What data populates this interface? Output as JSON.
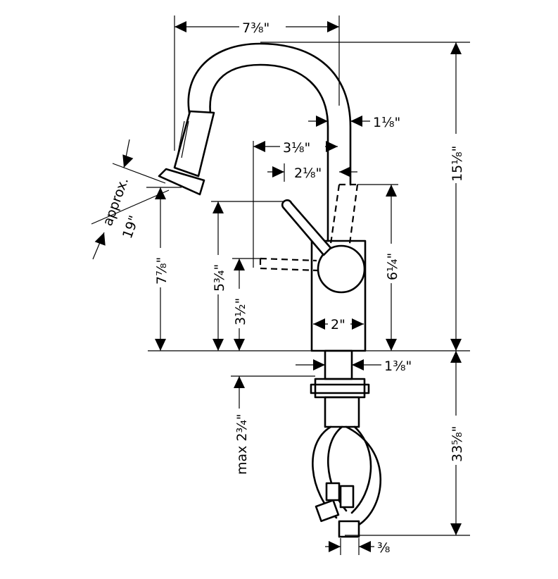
{
  "dimensions": {
    "spout_reach": "7³⁄₈\"",
    "total_height": "15¹⁄₈\"",
    "spout_width": "1¹⁄₈\"",
    "handle_offset": "3¹⁄₈\"",
    "handle_top_offset": "2¹⁄₈\"",
    "spray_diagonal_prefix": "approx.",
    "spray_diagonal": "19\"",
    "spray_height": "7⁷⁄₈\"",
    "handle_height": "5³⁄₄\"",
    "handle_pivot_height": "3¹⁄₂\"",
    "body_height": "6¹⁄₄\"",
    "body_width": "2\"",
    "shank_diameter": "1³⁄₈\"",
    "max_deck_thickness": "max 2³⁄₄\"",
    "hose_length": "33⁵⁄₈\"",
    "connector_size": "³⁄₈"
  }
}
